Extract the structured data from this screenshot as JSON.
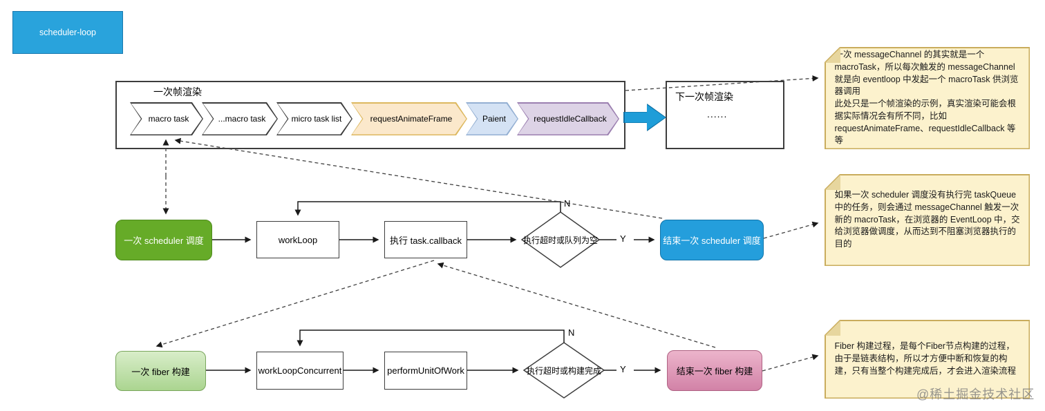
{
  "title": "scheduler-loop",
  "frame": {
    "label": "一次帧渲染",
    "chevrons": [
      {
        "label": "macro task"
      },
      {
        "label": "...macro task"
      },
      {
        "label": "micro task list"
      },
      {
        "label": "requestAnimateFrame"
      },
      {
        "label": "Paient"
      },
      {
        "label": "requestIdleCallback"
      }
    ]
  },
  "next_frame": {
    "label": "下一次帧渲染",
    "dots": "......"
  },
  "notes": [
    {
      "text": "一次 messageChannel 的其实就是一个 macroTask，所以每次触发的 messageChannel 就是向 eventloop 中发起一个 macroTask 供浏览器调用\n此处只是一个帧渲染的示例，真实渲染可能会根据实际情况会有所不同，比如 requestAnimateFrame、requestIdleCallback 等等"
    },
    {
      "text": "如果一次 scheduler 调度没有执行完 taskQueue 中的任务，则会通过 messageChannel 触发一次新的 macroTask，在浏览器的 EventLoop 中，交给浏览器做调度，从而达到不阻塞浏览器执行的目的"
    },
    {
      "text": "Fiber 构建过程，是每个Fiber节点构建的过程，由于是链表结构，所以才方便中断和恢复的构建，只有当整个构建完成后，才会进入渲染流程"
    }
  ],
  "scheduler_flow": {
    "start": "一次 scheduler 调度",
    "step1": "workLoop",
    "step2": "执行 task.callback",
    "decision": "执行超时或队列为空",
    "end": "结束一次 scheduler 调度",
    "yes": "Y",
    "no": "N"
  },
  "fiber_flow": {
    "start": "一次 fiber 构建",
    "step1": "workLoopConcurrent",
    "step2": "performUnitOfWork",
    "decision": "执行超时或构建完成",
    "end": "结束一次 fiber 构建",
    "yes": "Y",
    "no": "N"
  },
  "watermark": "@稀土掘金技术社区",
  "colors": {
    "accent_blue": "#1E9DD8",
    "node_green": "#66AB28",
    "node_light_green": "#C2E0A8",
    "node_pink": "#DD93B4",
    "note_bg": "#FCF2CD",
    "note_border": "#C9AC5C",
    "chevron_orange": "#FBE8CB",
    "chevron_blue": "#D4E2F4",
    "chevron_purple": "#DDD3E6"
  }
}
